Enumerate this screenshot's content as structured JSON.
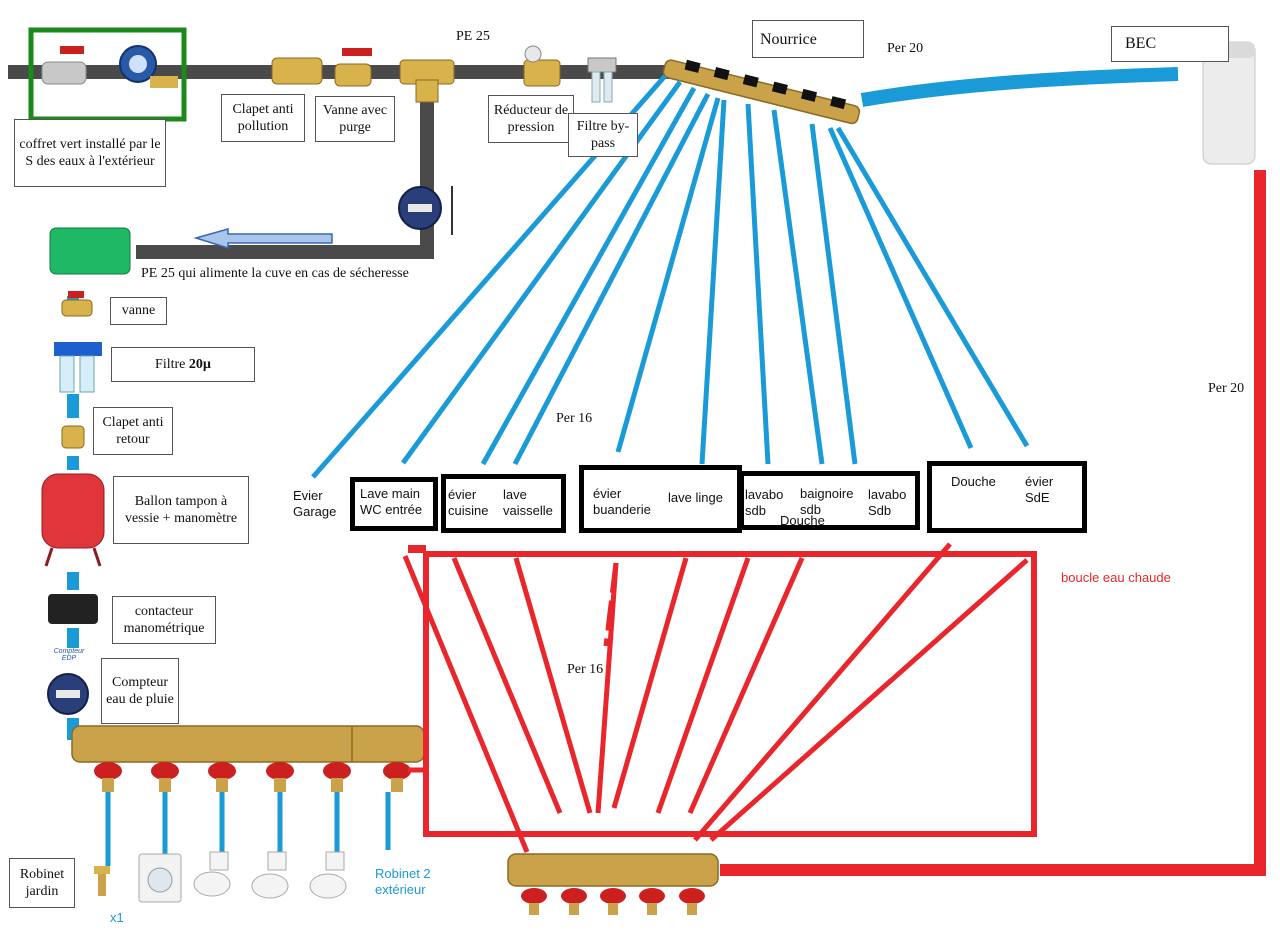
{
  "colors": {
    "cold": "#1a9ad6",
    "hot": "#e8262b",
    "pipe": "#4a4a4a",
    "brass": "#c9a24a",
    "valve": "#cc1f1f",
    "green_frame": "#1b8a1b"
  },
  "top": {
    "coffret": "coffret vert installé par le S des eaux à l'extérieur",
    "clapet_anti_pollution": "Clapet anti pollution",
    "vanne_purge": "Vanne avec purge",
    "pe25": "PE 25",
    "reducteur": "Réducteur de pression",
    "filtre_bypass": "Filtre by-pass",
    "nourrice": "Nourrice",
    "per20_top": "Per 20",
    "bec": "BEC",
    "pe25_cuve": "PE 25 qui alimente la cuve en cas de sécheresse"
  },
  "left": {
    "vanne": "vanne",
    "filtre_prefix": "Filtre ",
    "filtre_bold": "20µ",
    "clapet_retour": "Clapet anti retour",
    "ballon": "Ballon tampon à vessie + manomètre",
    "contacteur": "contacteur manométrique",
    "compteur_edp": "Compteur EDP",
    "compteur_pluie": "Compteur eau de pluie",
    "robinet_jardin": "Robinet jardin",
    "x1": "x1",
    "robinet_ext": "Robinet 2 extérieur"
  },
  "fixtures": {
    "evier_garage": "Evier Garage",
    "lave_main": "Lave main WC entrée",
    "evier_cuisine": "évier cuisine",
    "lave_vaisselle": "lave vaisselle",
    "evier_buanderie": "évier buanderie",
    "lave_linge": "lave linge",
    "lavabo_sdb1": "lavabo sdb",
    "baignoire_sdb": "baignoire sdb",
    "douche_small": "Douche",
    "lavabo_sdb2": "lavabo Sdb",
    "douche": "Douche",
    "evier_sde": "évier SdE"
  },
  "labels": {
    "per16_top": "Per 16",
    "per16_hot": "Per 16",
    "per20_right": "Per 20",
    "boucle": "boucle eau chaude"
  }
}
